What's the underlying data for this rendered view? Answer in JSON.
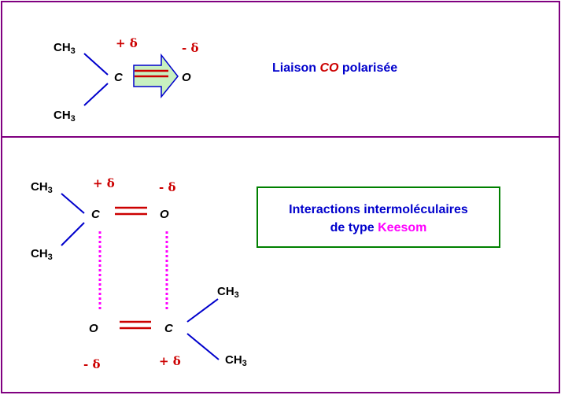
{
  "top": {
    "methyl_upper": {
      "main": "CH",
      "sub": "3"
    },
    "methyl_lower": {
      "main": "CH",
      "sub": "3"
    },
    "carbon": "C",
    "oxygen": "O",
    "charge_c": "+ δ",
    "charge_o": "- δ",
    "caption": {
      "part1": "Liaison ",
      "bond": "CO",
      "part2": " polarisée"
    }
  },
  "bottom": {
    "upper": {
      "methyl_upper": {
        "main": "CH",
        "sub": "3"
      },
      "methyl_lower": {
        "main": "CH",
        "sub": "3"
      },
      "carbon": "C",
      "oxygen": "O",
      "charge_c": "+ δ",
      "charge_o": "- δ"
    },
    "lower": {
      "oxygen": "O",
      "carbon": "C",
      "methyl_upper": {
        "main": "CH",
        "sub": "3"
      },
      "methyl_lower": {
        "main": "CH",
        "sub": "3"
      },
      "charge_o": "- δ",
      "charge_c": "+ δ"
    },
    "box": {
      "line1": "Interactions intermoléculaires",
      "line2_prefix": "de type ",
      "line2_highlight": "Keesom"
    }
  },
  "colors": {
    "border": "#800080",
    "bond": "#0000cc",
    "double_bond": "#cc0000",
    "dotted": "#ff00ff",
    "box_border": "#008000",
    "arrow_fill": "#c8f0c0",
    "arrow_stroke": "#0000cc"
  }
}
